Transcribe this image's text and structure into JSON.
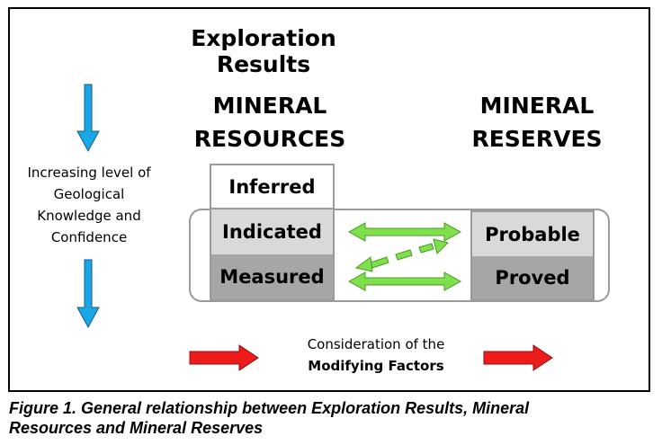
{
  "headings": {
    "exploration_line1": "Exploration",
    "exploration_line2": "Results",
    "resources_line1": "MINERAL",
    "resources_line2": "RESOURCES",
    "reserves_line1": "MINERAL",
    "reserves_line2": "RESERVES"
  },
  "side_note": {
    "line1": "Increasing level of",
    "line2": "Geological",
    "line3": "Knowledge and",
    "line4": "Confidence"
  },
  "resources": {
    "inferred": "Inferred",
    "indicated": "Indicated",
    "measured": "Measured"
  },
  "reserves": {
    "probable": "Probable",
    "proved": "Proved"
  },
  "modifying": {
    "line1": "Consideration of the",
    "line2": "Modifying Factors"
  },
  "caption": {
    "line1": "Figure 1. General relationship between Exploration Results, Mineral",
    "line2": "Resources and Mineral Reserves"
  },
  "colors": {
    "blue_arrow": "#1aa7e6",
    "green_arrow": "#7ee04a",
    "red_arrow": "#ee1b1b",
    "box_light": "#d9d9d9",
    "box_dark": "#a6a6a6"
  }
}
